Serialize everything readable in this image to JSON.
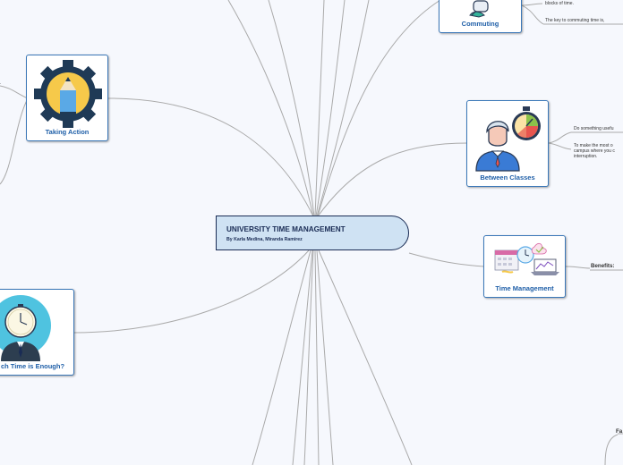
{
  "central": {
    "title": "UNIVERSITY TIME MANAGEMENT",
    "subtitle": "By Karla Medina, Miranda Ramirez"
  },
  "nodes": {
    "commuting": {
      "label": "Commuting",
      "icon": "commuter-figure-icon"
    },
    "taking_action": {
      "label": "Taking Action",
      "icon": "pencil-gear-icon"
    },
    "between_classes": {
      "label": "Between Classes",
      "icon": "student-stopwatch-icon"
    },
    "time_management": {
      "label": "Time Management",
      "icon": "calendar-laptop-icon"
    },
    "how_much_time": {
      "label": "ch Time is Enough?",
      "icon": "clock-head-man-icon"
    }
  },
  "notes": {
    "commuting_1": "blocks of time.",
    "commuting_2": "The key to commuting time is,",
    "between_1": "Do something usefu",
    "between_2a": "To make the most o",
    "between_2b": "campus where you c",
    "between_2c": "interruption.",
    "benefits": "Benefits:",
    "left_fragment": ".",
    "bottom_right": "Fa"
  },
  "colors": {
    "background": "#f6f8fd",
    "node_border": "#3b78b8",
    "node_label": "#1f5fa8",
    "central_fill": "#cfe2f3",
    "central_border": "#1a2c55",
    "connector": "#aaaaaa"
  }
}
